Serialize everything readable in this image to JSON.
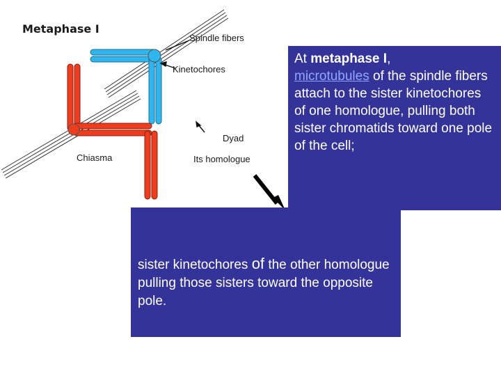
{
  "diagram": {
    "title": "Metaphase I",
    "labels": {
      "spindle_fibers": "Spindle fibers",
      "kinetochores": "Kinetochores",
      "dyad": "Dyad",
      "chiasma": "Chiasma",
      "its_homologue": "Its homologue"
    },
    "colors": {
      "blue_chromatid": "#2fb6ee",
      "red_chromatid": "#ee3d1e",
      "fibers": "#333333"
    }
  },
  "box1": {
    "prefix": "At ",
    "bold": "metaphase I",
    "comma": ",",
    "link": "microtubules",
    "rest": " of the spindle fibers attach to the sister kinetochores of one homologue, pulling both sister chromatids toward one pole of the cell;"
  },
  "box2": {
    "part1": "sister kinetochores ",
    "of_word": "of",
    "part2": " the other homologue pulling those sisters toward the opposite pole."
  },
  "colors": {
    "box_bg": "#333399",
    "box_text": "#ffffff",
    "link": "#8fa8ff"
  }
}
